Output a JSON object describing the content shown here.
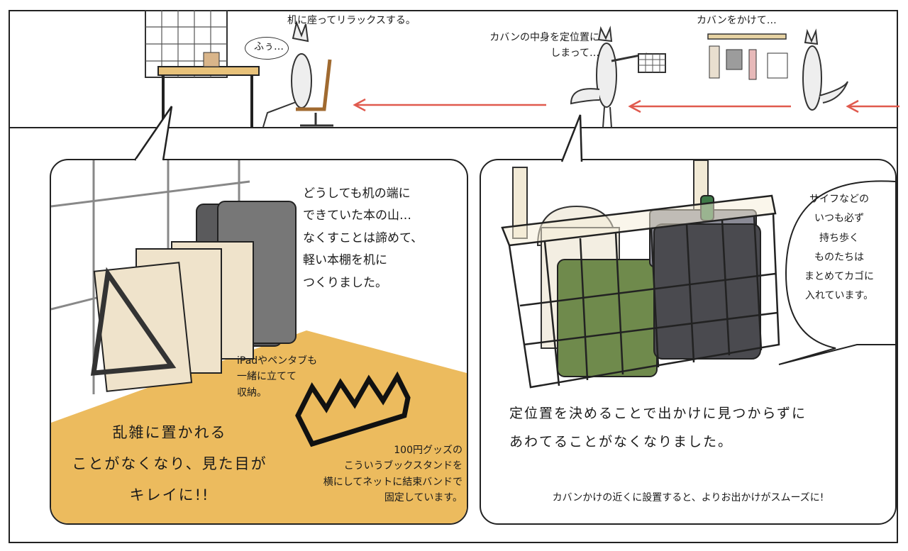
{
  "top_strip": {
    "caption_sit": "机に座ってリラックスする。",
    "speech_sigh": "ふぅ…",
    "caption_store": "カバンの中身を定位置に\nしまって…",
    "caption_hang": "カバンをかけて…"
  },
  "left_panel": {
    "note_books": "どうしても机の端に\nできていた本の山…\nなくすことは諦めて、\n軽い本棚を机に\nつくりました。",
    "note_ipad": "iPadやペンタブも\n一緒に立てて\n収納。",
    "note_result": "乱雑に置かれる\nことがなくなり、見た目が\nキレイに!!",
    "note_stand": "100円グッズの\nこういうブックスタンドを\n横にしてネットに結束バンドで\n固定しています。"
  },
  "right_panel": {
    "note_wallet": "サイフなどの\nいつも必ず\n持ち歩く\nものたちは\nまとめてカゴに\n入れています。",
    "note_result": "定位置を決めることで出かけに見つからずに\nあわてることがなくなりました。",
    "note_tip": "カバンかけの近くに設置すると、よりお出かけがスムーズに!"
  },
  "colors": {
    "arrow": "#e05a4e",
    "floor": "#ecbb5e",
    "bag_green": "#6f8a4c",
    "pouch_dark": "#4a4a4f",
    "book": "#efe3cb"
  }
}
